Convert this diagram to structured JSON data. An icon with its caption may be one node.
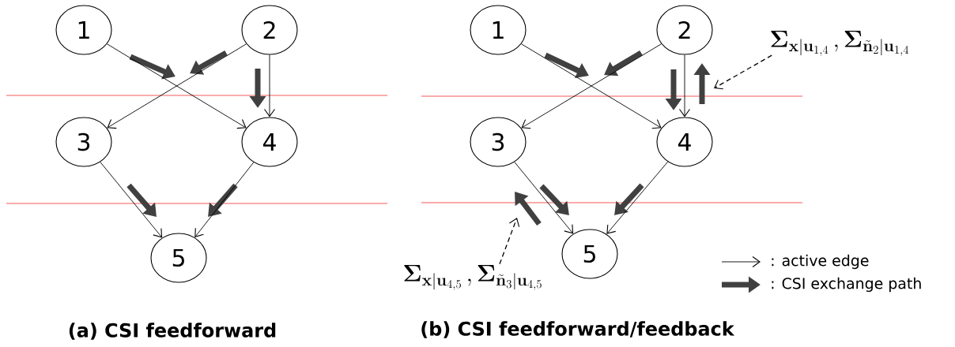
{
  "diagram": {
    "nodes": [
      {
        "text": [
          "1"
        ]
      },
      {
        "text": [
          "2"
        ]
      },
      {
        "text": [
          "3"
        ]
      },
      {
        "text": [
          "4"
        ]
      },
      {
        "text": [
          "5"
        ]
      },
      {
        "text": [
          "1"
        ]
      },
      {
        "text": [
          "2"
        ]
      },
      {
        "text": [
          "3"
        ]
      },
      {
        "text": [
          "4"
        ]
      },
      {
        "text": [
          "5"
        ]
      },
      {
        "text": [
          "\\mathbf{\\Sigma}_{\\mathbf{x}|\\mathbf{u}_{1,4}}\\,,\\mathbf{\\Sigma}_{\\tilde{\\mathbf{n}}_2|\\mathbf{u}_{1,4}}"
        ]
      },
      {
        "text": [
          "\\mathbf{\\Sigma}_{\\mathbf{x}|\\mathbf{u}_{4,5}}\\,,\\mathbf{\\Sigma}_{\\tilde{\\mathbf{n}}_3|\\mathbf{u}_{4,5}}"
        ]
      }
    ],
    "edges": [
      {
        "from": 0,
        "to": 3,
        "arrow": "to"
      },
      {
        "from": 1,
        "to": 2,
        "arrow": "to"
      },
      {
        "from": 1,
        "to": 3,
        "arrow": "to"
      },
      {
        "from": 2,
        "to": 4,
        "arrow": "to"
      },
      {
        "from": 3,
        "to": 4,
        "arrow": "to"
      },
      {
        "from": 5,
        "to": 8,
        "arrow": "to"
      },
      {
        "from": 6,
        "to": 7,
        "arrow": "to"
      },
      {
        "from": 6,
        "to": 8,
        "arrow": "to"
      },
      {
        "from": 7,
        "to": 9,
        "arrow": "to"
      },
      {
        "from": 8,
        "to": 9,
        "arrow": "to"
      },
      {
        "from": 10,
        "to": null,
        "arrow": "to",
        "style": "dashed"
      },
      {
        "from": 11,
        "to": null,
        "arrow": "to",
        "style": "dashed"
      }
    ],
    "labels": [
      "(a) CSI feedforward",
      "(b) CSI feedforward/feedback"
    ],
    "legend": [
      {
        "text": ": active edge"
      },
      {
        "text": ": CSI exchange path"
      }
    ]
  }
}
